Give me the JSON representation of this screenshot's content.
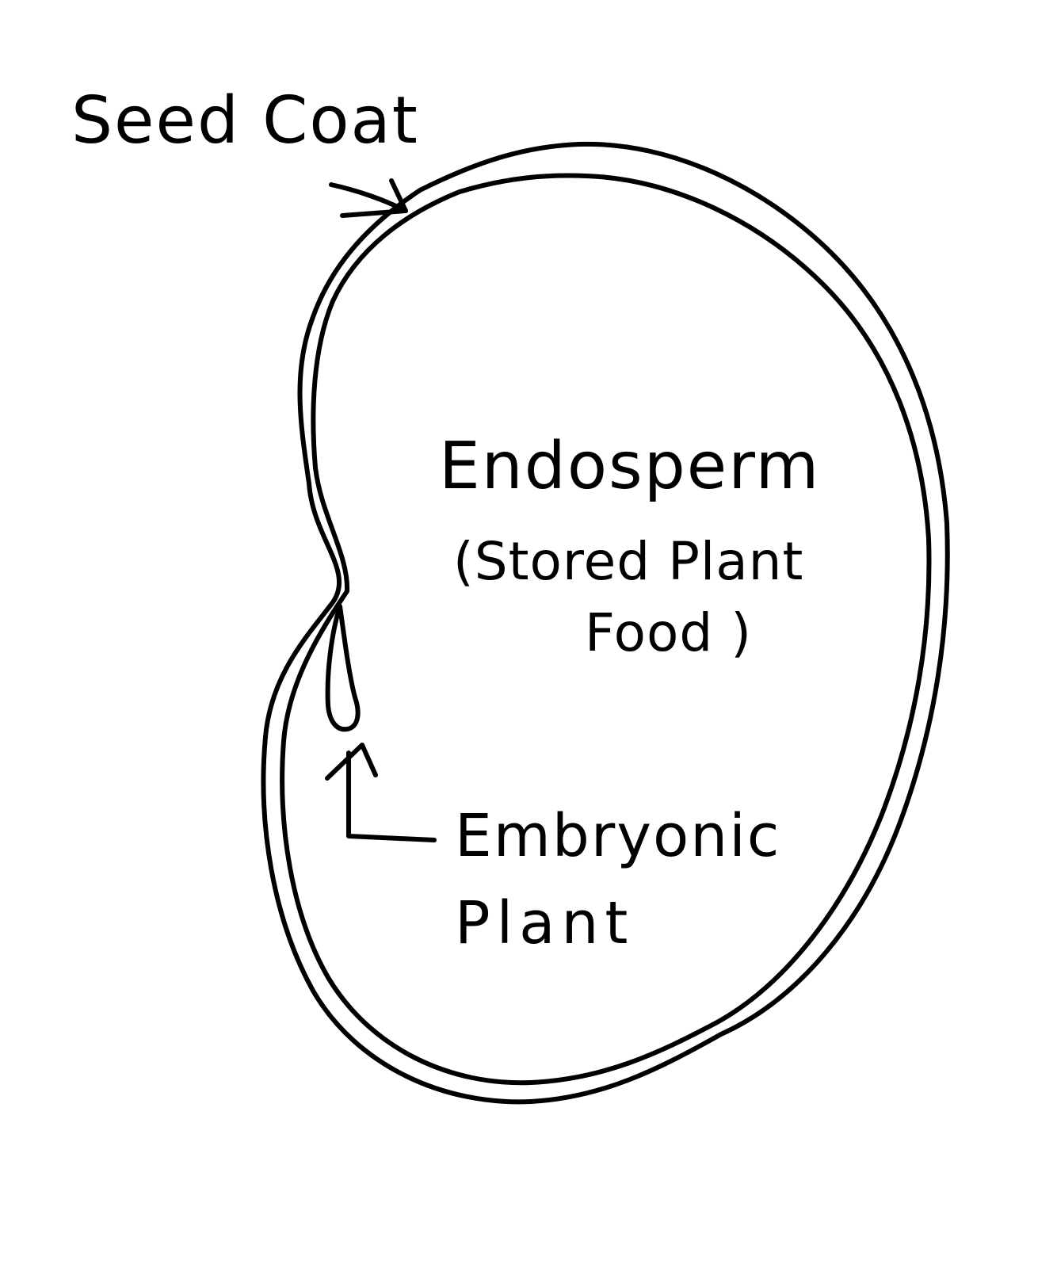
{
  "labels": {
    "seed_coat": "Seed Coat",
    "endosperm_title": "Endosperm",
    "endosperm_desc_line1": "(Stored Plant",
    "endosperm_desc_line2": "Food )",
    "embryonic_line1": "Embryonic",
    "embryonic_line2": "Plant"
  },
  "colors": {
    "ink": "#000000",
    "paper": "#ffffff"
  }
}
